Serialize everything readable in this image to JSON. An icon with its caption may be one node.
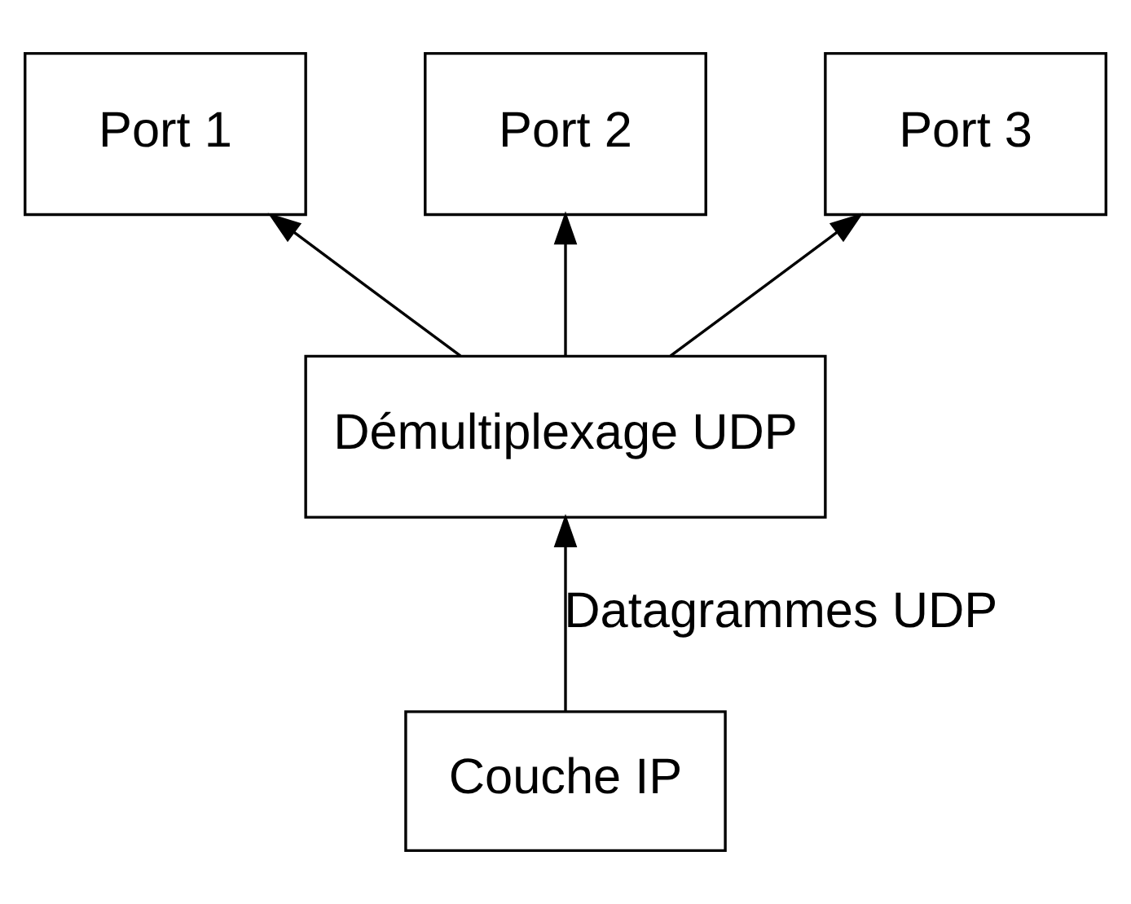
{
  "diagram": {
    "nodes": [
      {
        "text": [
          "Port 1"
        ]
      },
      {
        "text": [
          "Port 2"
        ]
      },
      {
        "text": [
          "Port 3"
        ]
      },
      {
        "text": [
          "Démultiplexage UDP"
        ]
      },
      {
        "text": [
          "Couche IP"
        ]
      }
    ],
    "edges": [
      {
        "from": 3,
        "to": 0,
        "arrow": "to"
      },
      {
        "from": 3,
        "to": 1,
        "arrow": "to"
      },
      {
        "from": 3,
        "to": 2,
        "arrow": "to"
      },
      {
        "from": 4,
        "to": 3,
        "arrow": "to",
        "label": "Datagrammes UDP"
      }
    ]
  }
}
